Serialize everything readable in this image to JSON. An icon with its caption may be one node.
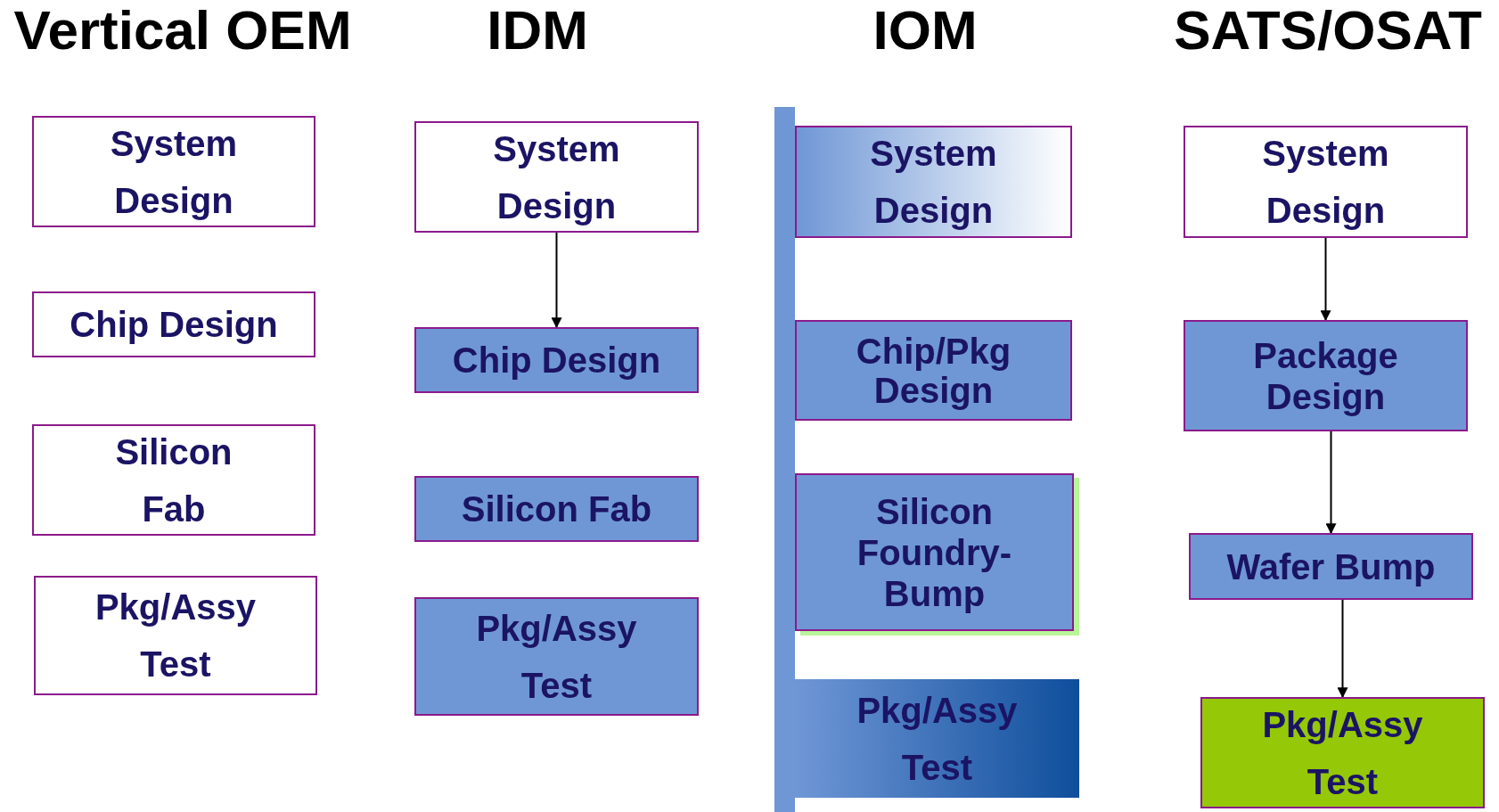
{
  "diagram": {
    "nodes": [
      {
        "text": [
          "System Design"
        ]
      },
      {
        "text": [
          "Chip Design"
        ]
      },
      {
        "text": [
          "Silicon Fab"
        ]
      },
      {
        "text": [
          "Pkg/Assy Test"
        ]
      },
      {
        "text": [
          "System Design"
        ]
      },
      {
        "text": [
          "Chip Design"
        ]
      },
      {
        "text": [
          "Silicon Fab"
        ]
      },
      {
        "text": [
          "Pkg/Assy Test"
        ]
      },
      {
        "text": [],
        "shape": "bar"
      },
      {
        "text": [
          "System Design"
        ]
      },
      {
        "text": [
          "Chip/Pkg Design"
        ]
      },
      {
        "text": [
          "Silicon Foundry- Bump"
        ]
      },
      {
        "text": [
          "Pkg/Assy Test"
        ]
      },
      {
        "text": [
          "System Design"
        ]
      },
      {
        "text": [
          "Package Design"
        ]
      },
      {
        "text": [
          "Wafer Bump"
        ]
      },
      {
        "text": [
          "Pkg/Assy Test"
        ]
      }
    ],
    "edges": [
      {
        "from": 4,
        "to": 5,
        "arrow": "to"
      },
      {
        "from": 13,
        "to": 14,
        "arrow": "to"
      },
      {
        "from": 14,
        "to": 15,
        "arrow": "to"
      },
      {
        "from": 15,
        "to": 16,
        "arrow": "to"
      }
    ],
    "labels": [
      "Vertical OEM",
      "IDM",
      "IOM",
      "SATS/OSAT"
    ]
  }
}
